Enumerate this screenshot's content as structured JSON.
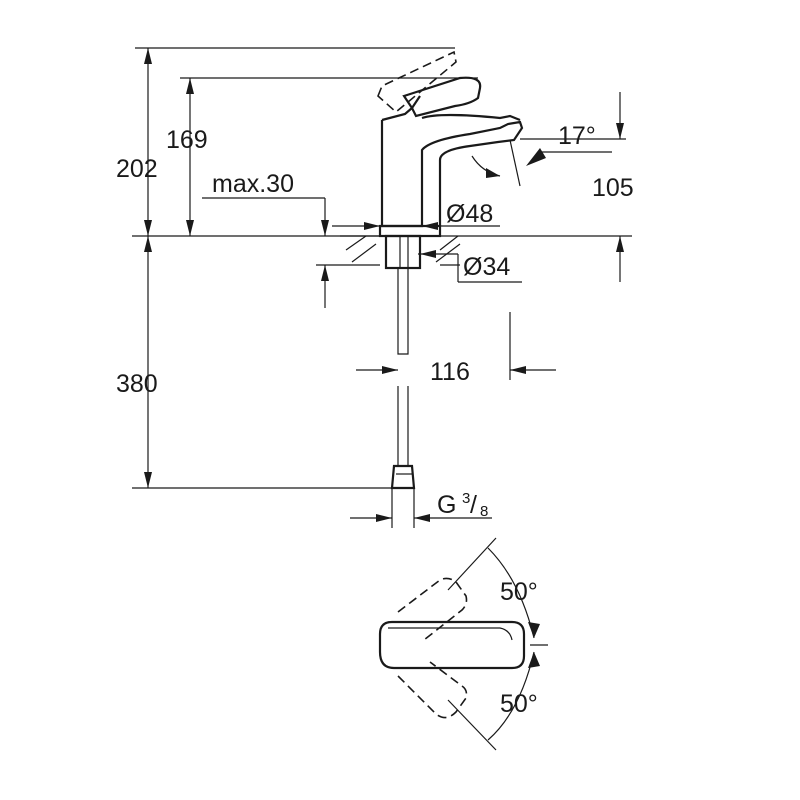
{
  "drawing": {
    "dimensions": {
      "overall_height": "202",
      "spout_height": "169",
      "deck_thickness": "max.30",
      "base_diameter": "Ø48",
      "hole_diameter": "Ø34",
      "spout_angle": "17°",
      "spout_projection": "105",
      "hose_length": "380",
      "spout_reach": "116",
      "connection_thread": "G",
      "connection_thread_num": "3",
      "connection_thread_den": "8",
      "lever_angle_top": "50°",
      "lever_angle_bottom": "50°"
    }
  }
}
